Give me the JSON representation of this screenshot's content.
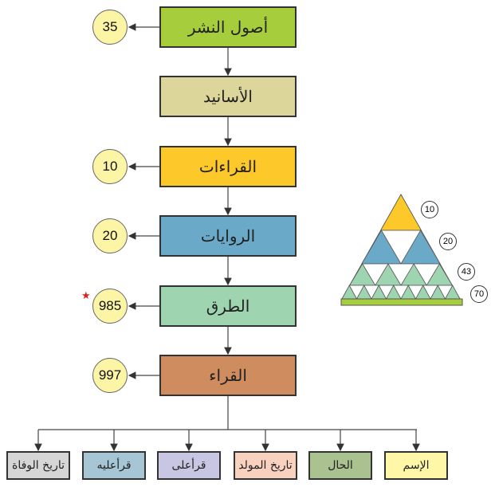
{
  "main_boxes": [
    {
      "label": "أصول النشر",
      "color": "#a5cd3c",
      "count": "35"
    },
    {
      "label": "الأسانيد",
      "color": "#ddd69b",
      "count": null
    },
    {
      "label": "القراءات",
      "color": "#fdc82a",
      "count": "10"
    },
    {
      "label": "الروايات",
      "color": "#6aa9c8",
      "count": "20"
    },
    {
      "label": "الطرق",
      "color": "#9fd4b0",
      "count": "985"
    },
    {
      "label": "القراء",
      "color": "#cf8c5f",
      "count": "997"
    }
  ],
  "sub_boxes": [
    {
      "label": "تاريخ الوفاة",
      "color": "#d6d6d6"
    },
    {
      "label": "قرأعليه",
      "color": "#a6c6d6"
    },
    {
      "label": "قرأعلى",
      "color": "#c8c6e2"
    },
    {
      "label": "تاريخ المولد",
      "color": "#f9d2bf"
    },
    {
      "label": "الحال",
      "color": "#a9c28f"
    },
    {
      "label": "الإسم",
      "color": "#fef7a8"
    }
  ],
  "star_marker": "★",
  "pyramid": {
    "levels": [
      {
        "count": "10",
        "color": "#fdc82a"
      },
      {
        "count": "20",
        "color": "#6aa9c8"
      },
      {
        "count": "43",
        "color": "#9fd4b0"
      },
      {
        "count": "70",
        "color": "#9fd4b0"
      }
    ],
    "base_color": "#a5cd3c"
  }
}
